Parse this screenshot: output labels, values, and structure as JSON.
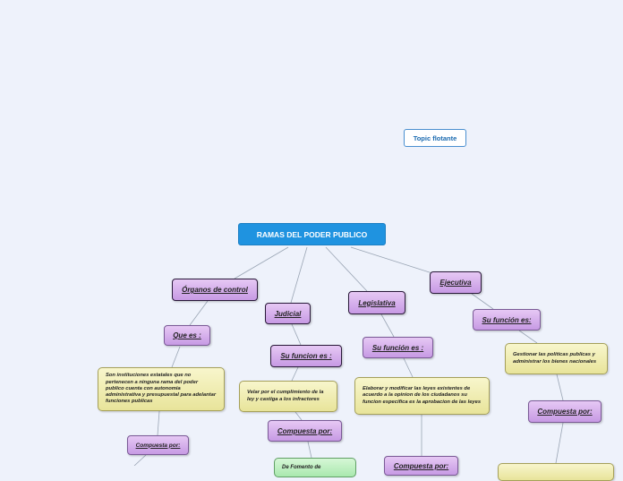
{
  "colors": {
    "background": "#eef2fb",
    "root": "#1f93e0",
    "branch": "#d9b4ee",
    "text_box": "#f3f1b8",
    "green_box": "#b9efbe",
    "connector": "#9aa5b4"
  },
  "map": {
    "floating_topic": "Topic flotante",
    "root": "RAMAS DEL PODER PUBLICO",
    "organos": {
      "title": "Órganos de control",
      "que_es": "Que es :",
      "definition": "Son instituciones estatales que no pertenecen a ninguna rama del poder publico  cuenta con autonomia administrativa y presupuestal para adelantar funciones publicas",
      "compuesta": "Compuesta por:"
    },
    "judicial": {
      "title": "Judicial",
      "funcion": "Su funcion es :",
      "description": "Velar por el cumplimiento de la ley y castiga a los infractores",
      "compuesta": "Compuesta por:",
      "partial": "De Fomento de"
    },
    "legislativa": {
      "title": "Legislativa",
      "funcion": "Su función es :",
      "description": "Elaborar y modificar las leyes existentes de acuerdo a la opinion de los ciudadanos su funcion especifica es la aprobacion de las leyes",
      "partial": "Compuesta por:"
    },
    "ejecutiva": {
      "title": "Ejecutiva",
      "funcion": "Su función es:",
      "description": "Gestionar las politicas publicas y administrar los bienes nacionales",
      "compuesta": "Compuesta por:"
    }
  }
}
